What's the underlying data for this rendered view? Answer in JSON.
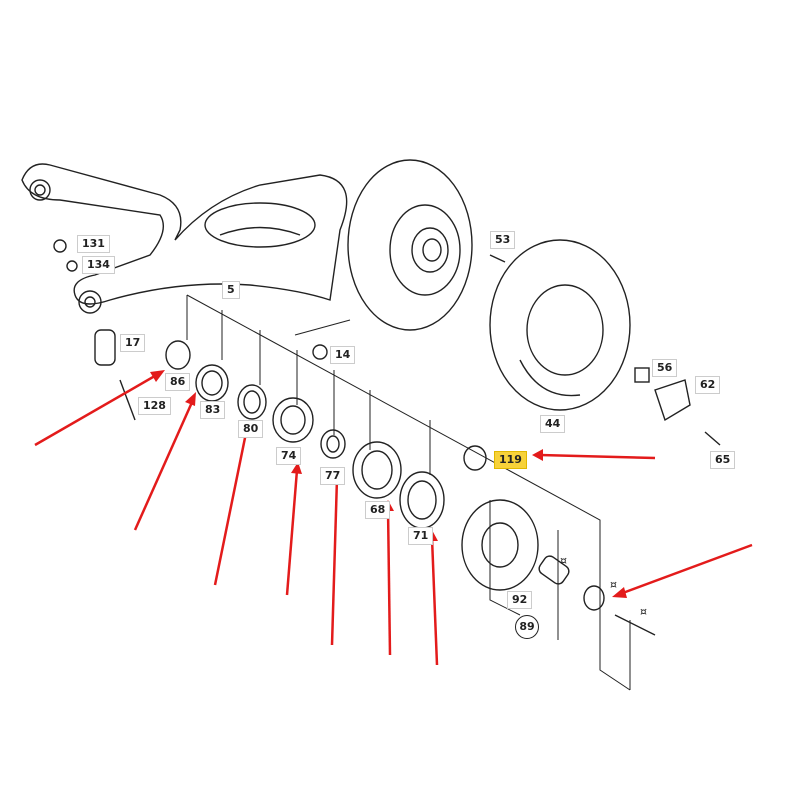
{
  "title": "Rear axle hub exploded parts diagram",
  "highlight_color": "#f7d23a",
  "arrow_color": "#e31b1b",
  "labels": {
    "p131": "131",
    "p134": "134",
    "p5": "5",
    "p17": "17",
    "p86": "86",
    "p128": "128",
    "p83": "83",
    "p80": "80",
    "p74": "74",
    "p77": "77",
    "p68": "68",
    "p71": "71",
    "p119": "119",
    "p53": "53",
    "p44": "44",
    "p14": "14",
    "p56": "56",
    "p62": "62",
    "p65": "65",
    "p92": "92",
    "p89": "89"
  },
  "marker_symbol": "¤"
}
